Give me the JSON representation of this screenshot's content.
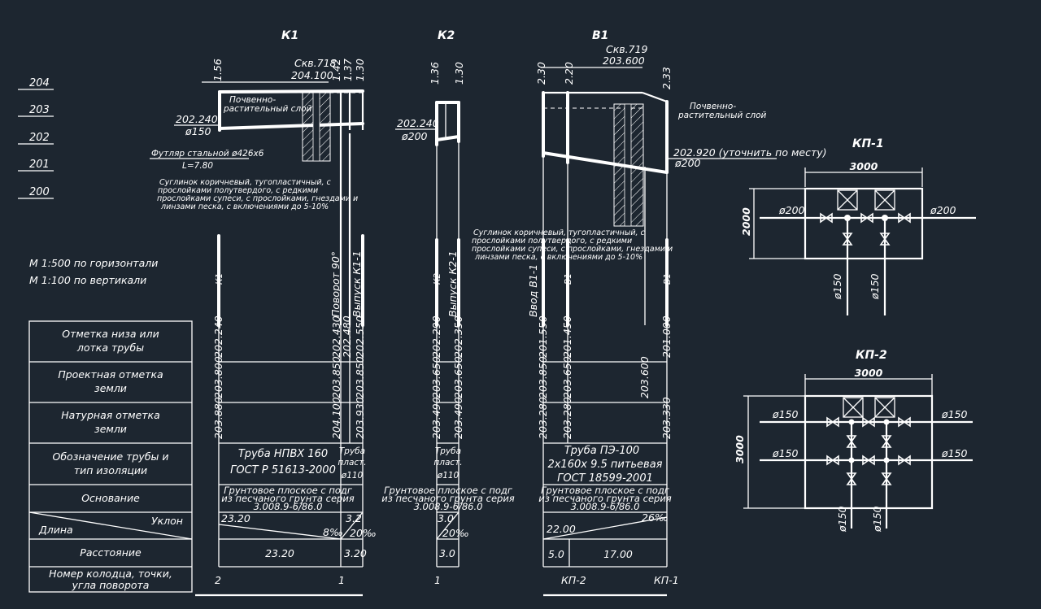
{
  "titles": {
    "k1": "К1",
    "k2": "К2",
    "v1": "В1",
    "kp1": "КП-1",
    "kp2": "КП-2"
  },
  "scale_labels": [
    "204",
    "203",
    "202",
    "201",
    "200"
  ],
  "scale_note": {
    "horizontal": "М 1:500  по горизонтали",
    "vertical": "М 1:100  по вертикали"
  },
  "table_rows": [
    "Отметка низа или лотка трубы",
    "Проектная отметка земли",
    "Натурная отметка земли",
    "Обозначение трубы и тип изоляции",
    "Основание",
    "Длина",
    "Уклон",
    "Расстояние",
    "Номер колодца, точки, угла поворота"
  ],
  "k1": {
    "top_depth_left": "1.56",
    "top_depths_right": [
      "1.42",
      "1.37",
      "1.30"
    ],
    "well": "Скв.718",
    "well_elev": "204.100",
    "soil_layer": "Почвенно- растительный слой",
    "pipe_elev": "202.240",
    "pipe_dia": "ø150",
    "casing": "Футляр стальной ø426х6",
    "casing_len": "L=7.80",
    "soil_desc": "Суглинок коричневый, тугопластичный, с прослойками полутвердого, с редкими прослойками супеси, с прослойками, гнездами и линзами песка, с включениями до 5-10%",
    "well_label": "К1",
    "turn_label": "Поворот 90°",
    "outlet_label": "Выпуск К1-1",
    "bottom": [
      "202.240",
      "202.430",
      "202.480",
      "202.550"
    ],
    "design": [
      "203.800",
      "203.850",
      "203.850"
    ],
    "natural": [
      "203.880",
      "204.100",
      "203.930"
    ],
    "pipe_a": "Труба НПВХ 160",
    "pipe_a2": "ГОСТ Р 51613-2000",
    "pipe_b": "Труба",
    "pipe_b2": "пласт.",
    "pipe_b3": "ø110",
    "base1": "Грунтовое плоское с подг",
    "base2": "из песчаного грунта серия",
    "base3": "3.008.9-6/86.0",
    "len_a": "23.20",
    "len_b": "3.2",
    "slope_a": "8‰",
    "slope_b": "20‰",
    "dist_a": "23.20",
    "dist_b": "3.20",
    "num_a": "2",
    "num_b": "1"
  },
  "k2": {
    "depths": [
      "1.36",
      "1.30"
    ],
    "pipe_elev": "202.240",
    "pipe_dia": "ø200",
    "well_label": "К2",
    "outlet_label": "Выпуск К2-1",
    "bottom": [
      "202.290",
      "202.350"
    ],
    "design": [
      "203.650",
      "203.650"
    ],
    "natural": [
      "203.490",
      "203.490"
    ],
    "pipe1": "Труба",
    "pipe2": "пласт.",
    "pipe3": "ø110",
    "base1": "Грунтовое плоское с подг",
    "base2": "из песчаного грунта серия",
    "base3": "3.008.9-6/86.0",
    "len": "3.0",
    "slope": "20‰",
    "dist": "3.0",
    "num": "1"
  },
  "v1": {
    "depths": [
      "2.30",
      "2.20",
      "2.33"
    ],
    "well": "Скв.719",
    "well_elev": "203.600",
    "soil_layer": "Почвенно- растительный слой",
    "pipe_elev": "202.920 (уточнить по месту)",
    "pipe_dia": "ø200",
    "soil_desc": "Суглинок коричневый, тугопластичный, с прослойками полутвердого, с редкими прослойками супеси, с прослойками, гнездами и линзами песка, с включениями до 5-10%",
    "inlet_label": "Ввод В1-1",
    "well_label_a": "В1",
    "well_label_b": "В1",
    "bottom": [
      "201.550",
      "201.450",
      "201.000"
    ],
    "design": [
      "203.850",
      "203.650",
      "203.600"
    ],
    "natural": [
      "203.280",
      "203.280",
      "203.330"
    ],
    "pipe1": "Труба ПЭ-100",
    "pipe2": "2х160х 9.5 питьевая",
    "pipe3": "ГОСТ 18599-2001",
    "base1": "Грунтовое плоское с подг",
    "base2": "из песчаного грунта серия",
    "base3": "3.008.9-6/86.0",
    "len": "22.00",
    "slope": "26‰",
    "dist_a": "5.0",
    "dist_b": "17.00",
    "num_a": "КП-2",
    "num_b": "КП-1"
  },
  "kp1": {
    "width": "3000",
    "height": "2000",
    "left": "ø200",
    "right": "ø200",
    "down1": "ø150",
    "down2": "ø150"
  },
  "kp2": {
    "width": "3000",
    "height": "3000",
    "l1": "ø150",
    "l2": "ø150",
    "r1": "ø150",
    "r2": "ø150",
    "down1": "ø150",
    "down2": "ø150"
  }
}
